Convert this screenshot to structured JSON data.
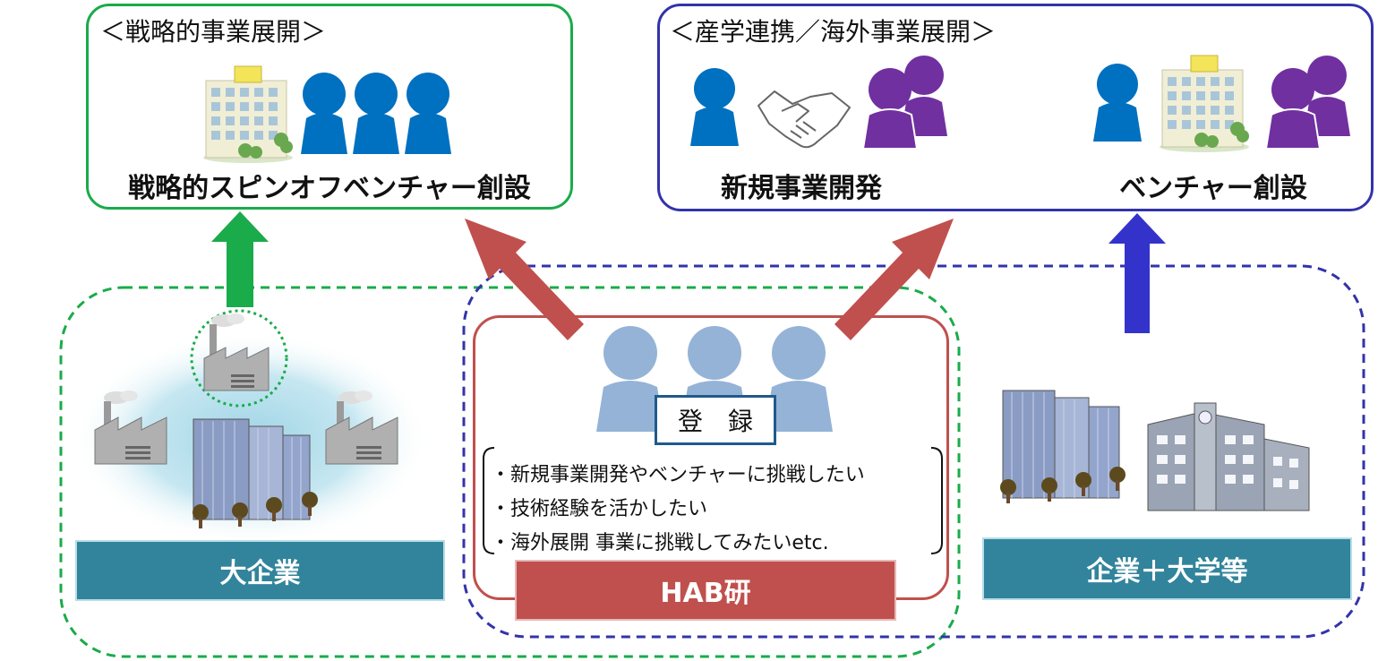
{
  "top_left": {
    "title": "＜戦略的事業展開＞",
    "caption": "戦略的スピンオフベンチャー創設"
  },
  "top_right": {
    "title": "＜産学連携／海外事業展開＞",
    "caption_left": "新規事業開発",
    "caption_right": "ベンチャー創設"
  },
  "center": {
    "registration": "登　録",
    "bullets": [
      "・新規事業開発やベンチャーに挑戦したい",
      "・技術経験を活かしたい",
      "・海外展開 事業に挑戦してみたいetc."
    ],
    "label": "HAB研"
  },
  "bottom_left": {
    "label": "大企業"
  },
  "bottom_right": {
    "label": "企業＋大学等"
  },
  "colors": {
    "green": "#1aab4a",
    "navy": "#3333aa",
    "teal_bar": "#31849b",
    "red": "#c0504d",
    "arrow_red": "#c0504d",
    "arrow_blue": "#3333cc",
    "person_blue": "#0070c0",
    "person_purple": "#7030a0",
    "person_light": "#95b3d7"
  }
}
